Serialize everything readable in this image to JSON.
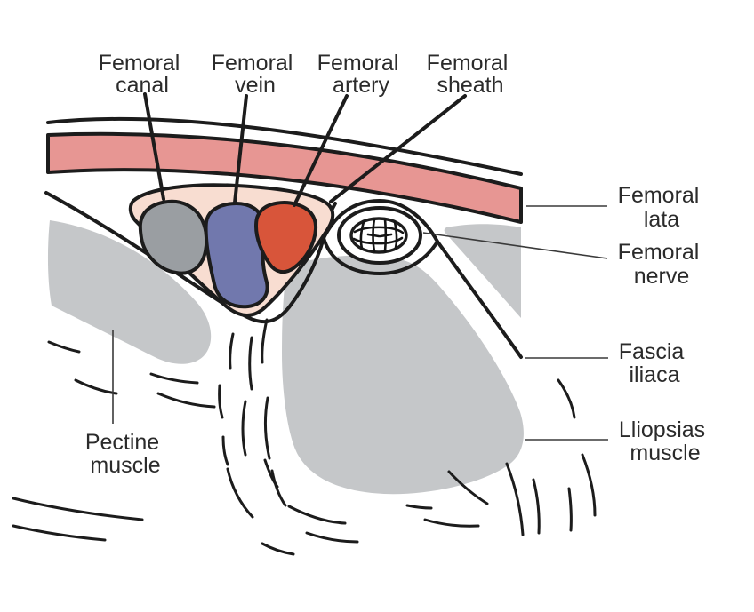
{
  "diagram": {
    "type": "anatomical-cross-section",
    "subject": "Femoral sheath region cross-section",
    "labels": {
      "femoral_canal": {
        "line1": "Femoral",
        "line2": "canal"
      },
      "femoral_vein": {
        "line1": "Femoral",
        "line2": "vein"
      },
      "femoral_artery": {
        "line1": "Femoral",
        "line2": "artery"
      },
      "femoral_sheath": {
        "line1": "Femoral",
        "line2": "sheath"
      },
      "femoral_lata": {
        "line1": "Femoral",
        "line2": "lata"
      },
      "femoral_nerve": {
        "line1": "Femoral",
        "line2": "nerve"
      },
      "fascia_iliaca": {
        "line1": "Fascia",
        "line2": "iliaca"
      },
      "lliopsias_muscle": {
        "line1": "Lliopsias",
        "line2": "muscle"
      },
      "pectine_muscle": {
        "line1": "Pectine",
        "line2": "muscle"
      }
    },
    "colors": {
      "background": "#ffffff",
      "fascia_lata_band": "#E79693",
      "sheath_fill": "#F8DDD1",
      "canal_fill": "#9A9EA2",
      "vein_fill": "#7178AD",
      "artery_fill": "#D8553A",
      "muscle_fill": "#C5C7C9",
      "nerve_fill": "#ffffff",
      "outline": "#1c1c1c",
      "text": "#2b2b2b"
    }
  }
}
